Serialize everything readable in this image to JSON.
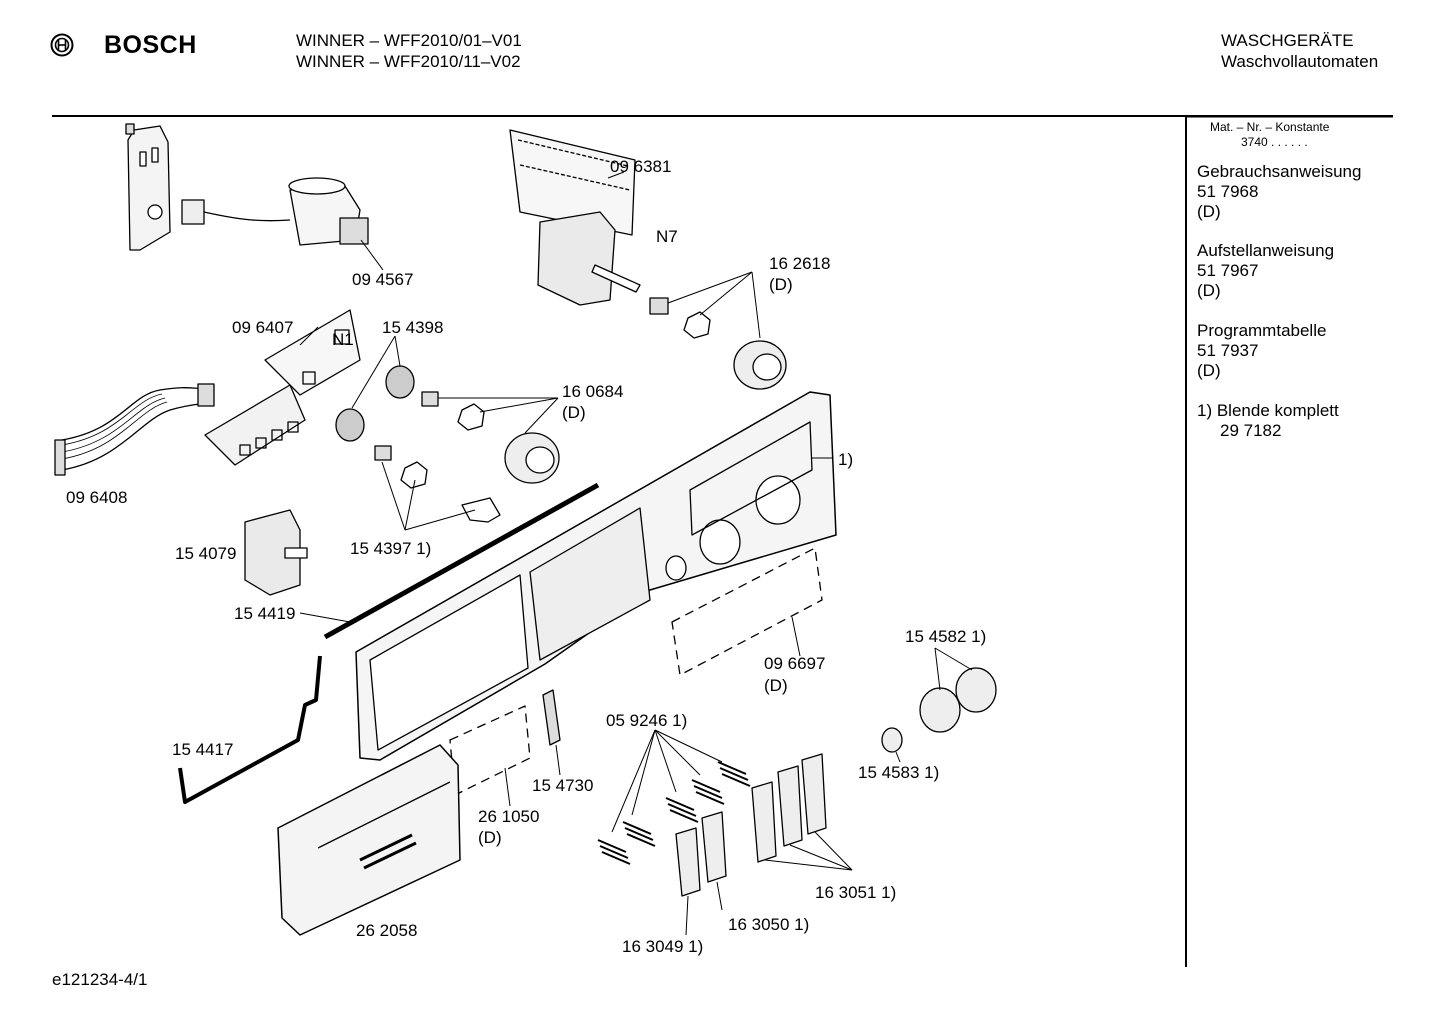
{
  "header": {
    "brand": "BOSCH",
    "model_line1": "WINNER – WFF2010/01–V01",
    "model_line2": "WINNER – WFF2010/11–V02",
    "category": "WASCHGERÄTE",
    "subcategory": "Waschvollautomaten"
  },
  "sidebar": {
    "konstante_label": "Mat. – Nr. – Konstante",
    "konstante_value": "3740 . . . . . .",
    "docs": [
      {
        "title": "Gebrauchsanweisung",
        "number": "51 7968",
        "lang": "(D)"
      },
      {
        "title": "Aufstellanweisung",
        "number": "51 7967",
        "lang": "(D)"
      },
      {
        "title": "Programmtabelle",
        "number": "51 7937",
        "lang": "(D)"
      }
    ],
    "footnote_line1": "1) Blende komplett",
    "footnote_line2": "29 7182"
  },
  "parts": {
    "p094567": "09 4567",
    "p096381": "09 6381",
    "n7": "N7",
    "p162618": "16 2618",
    "p162618_lang": "(D)",
    "p096407": "09 6407",
    "n1": "N1",
    "p154398": "15 4398",
    "p160684": "16 0684",
    "p160684_lang": "(D)",
    "p096408": "09 6408",
    "p154397": "15 4397 1)",
    "p154079": "15 4079",
    "note1": "1)",
    "p154419": "15 4419",
    "p154417": "15 4417",
    "p096697": "09 6697",
    "p096697_lang": "(D)",
    "p154582": "15 4582 1)",
    "p154583": "15 4583 1)",
    "p059246": "05 9246 1)",
    "p154730": "15 4730",
    "p261050": "26 1050",
    "p261050_lang": "(D)",
    "p262058": "26 2058",
    "p163051": "16 3051 1)",
    "p163050": "16 3050 1)",
    "p163049": "16 3049 1)"
  },
  "footer": {
    "doc_id": "e121234-4/1"
  }
}
